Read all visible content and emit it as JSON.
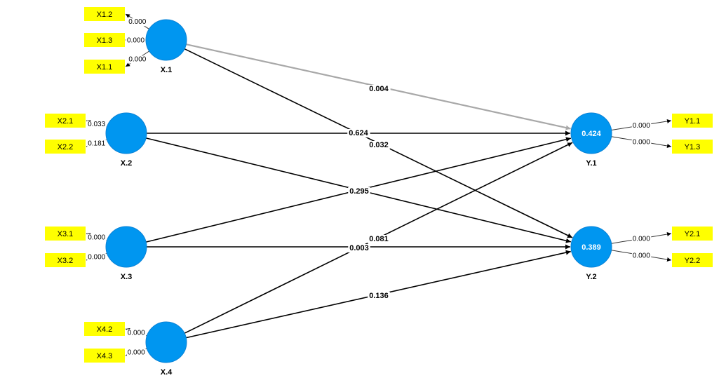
{
  "colors": {
    "construct_fill": "#0096F0",
    "indicator_fill": "#FFFF00",
    "arrow": "#000000",
    "arrow_weak": "#A8A8A8",
    "background": "#FFFFFF"
  },
  "constructs": [
    {
      "id": "X.1",
      "label": "X.1",
      "r2": ""
    },
    {
      "id": "X.2",
      "label": "X.2",
      "r2": ""
    },
    {
      "id": "X.3",
      "label": "X.3",
      "r2": ""
    },
    {
      "id": "X.4",
      "label": "X.4",
      "r2": ""
    },
    {
      "id": "Y.1",
      "label": "Y.1",
      "r2": "0.424"
    },
    {
      "id": "Y.2",
      "label": "Y.2",
      "r2": "0.389"
    }
  ],
  "indicators": [
    {
      "label": "X1.2",
      "construct": "X.1",
      "loading": "0.000"
    },
    {
      "label": "X1.3",
      "construct": "X.1",
      "loading": "0.000"
    },
    {
      "label": "X1.1",
      "construct": "X.1",
      "loading": "0.000"
    },
    {
      "label": "X2.1",
      "construct": "X.2",
      "loading": "0.033"
    },
    {
      "label": "X2.2",
      "construct": "X.2",
      "loading": "0.181"
    },
    {
      "label": "X3.1",
      "construct": "X.3",
      "loading": "0.000"
    },
    {
      "label": "X3.2",
      "construct": "X.3",
      "loading": "0.000"
    },
    {
      "label": "X4.2",
      "construct": "X.4",
      "loading": "0.000"
    },
    {
      "label": "X4.3",
      "construct": "X.4",
      "loading": "0.000"
    },
    {
      "label": "Y1.1",
      "construct": "Y.1",
      "loading": "0.000"
    },
    {
      "label": "Y1.3",
      "construct": "Y.1",
      "loading": "0.000"
    },
    {
      "label": "Y2.1",
      "construct": "Y.2",
      "loading": "0.000"
    },
    {
      "label": "Y2.2",
      "construct": "Y.2",
      "loading": "0.000"
    }
  ],
  "paths": [
    {
      "from": "X.1",
      "to": "Y.1",
      "value": "0.004",
      "style": "weak"
    },
    {
      "from": "X.1",
      "to": "Y.2",
      "value": "0.032",
      "style": "normal"
    },
    {
      "from": "X.2",
      "to": "Y.1",
      "value": "0.624",
      "style": "normal"
    },
    {
      "from": "X.2",
      "to": "Y.2",
      "value": "0.295",
      "style": "normal"
    },
    {
      "from": "X.3",
      "to": "Y.1",
      "value": "0.295",
      "style": "normal"
    },
    {
      "from": "X.3",
      "to": "Y.2",
      "value": "0.003",
      "style": "normal"
    },
    {
      "from": "X.4",
      "to": "Y.1",
      "value": "0.081",
      "style": "normal"
    },
    {
      "from": "X.4",
      "to": "Y.2",
      "value": "0.136",
      "style": "normal"
    }
  ],
  "visible_path_labels": [
    "0.004",
    "0.624",
    "0.032",
    "0.295",
    "0.081",
    "0.003",
    "0.136"
  ]
}
